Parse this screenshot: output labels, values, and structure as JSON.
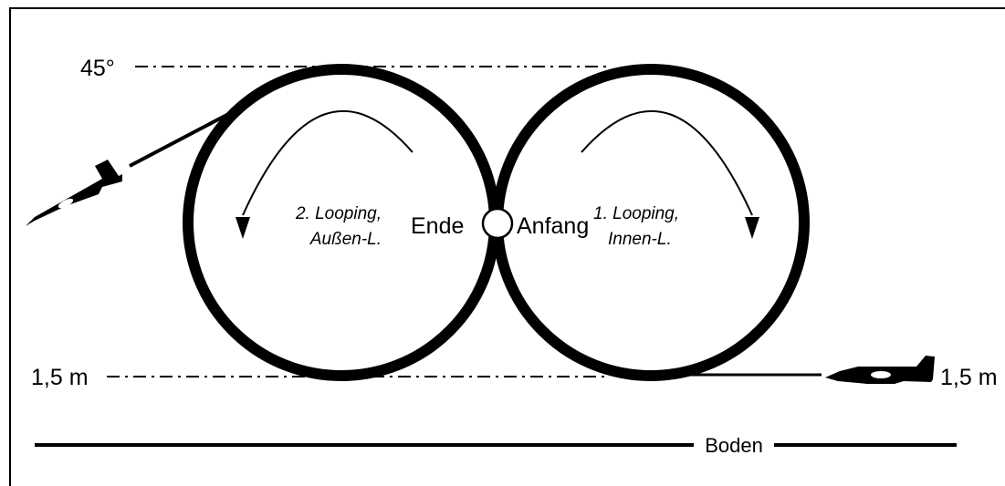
{
  "colors": {
    "ink": "#000000",
    "background": "#ffffff"
  },
  "labels": {
    "top_level": "45°",
    "bottom_level_left": "1,5 m",
    "bottom_level_right": "1,5 m",
    "ground": "Boden",
    "end": "Ende",
    "start": "Anfang",
    "loop2_line1": "2. Looping,",
    "loop2_line2": "Außen-L.",
    "loop1_line1": "1. Looping,",
    "loop1_line2": "Innen-L."
  },
  "icons": {
    "plane_left": "airplane-climbing-icon",
    "plane_right": "airplane-level-icon",
    "arrow_left": "counterclockwise-arrow-icon",
    "arrow_right": "clockwise-arrow-icon"
  }
}
